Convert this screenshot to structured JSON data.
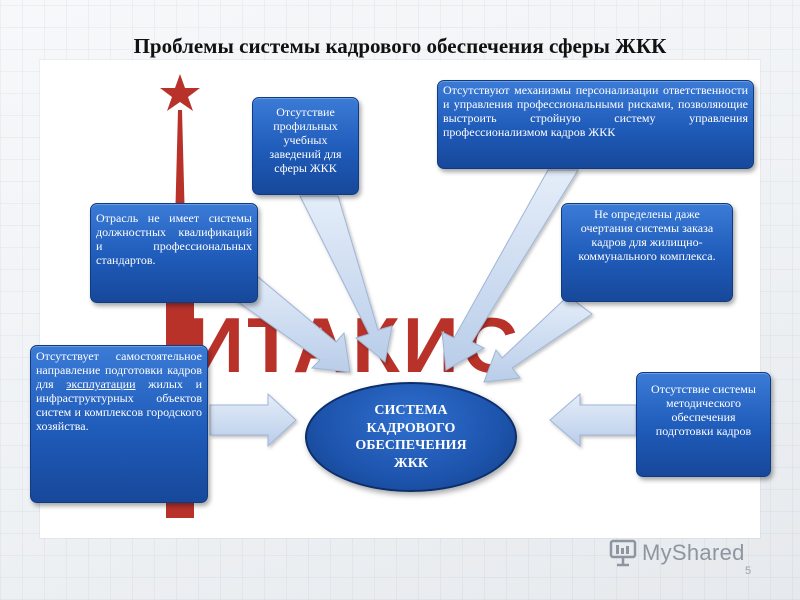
{
  "title": "Проблемы  системы кадрового обеспечения  сферы ЖКК",
  "center": {
    "lines": [
      "СИСТЕМА",
      "КАДРОВОГО",
      "ОБЕСПЕЧЕНИЯ",
      "ЖКК"
    ]
  },
  "background_logo": {
    "text": "ИТАКИС",
    "color": "#b8322a"
  },
  "boxes": {
    "top_center": "Отсутствие профильных учебных заведений для сферы ЖКК",
    "top_right": "Отсутствуют механизмы персонализации ответственности и управления профессиональными рисками, позволяющие выстроить стройную систему управления профессионализмом кадров ЖКК",
    "mid_right": "Не определены даже очертания системы заказа кадров для жилищно-коммунального комплекса.",
    "upper_left": "Отрасль не имеет системы должностных квалификаций и профессиональных стандартов.",
    "left": {
      "before": "Отсутствует самостоятельное направление подготовки кадров для ",
      "underlined": "эксплуатации",
      "after": " жилых и инфраструктурных объектов систем и комплексов городского хозяйства."
    },
    "right": "Отсутствие системы методического обеспечения подготовки кадров"
  },
  "watermark": {
    "text": "MyShared"
  },
  "page_number": "5",
  "colors": {
    "box_blue": "#1f5bb9",
    "arrow": "#c9d8ee",
    "logo_red": "#b8322a"
  }
}
